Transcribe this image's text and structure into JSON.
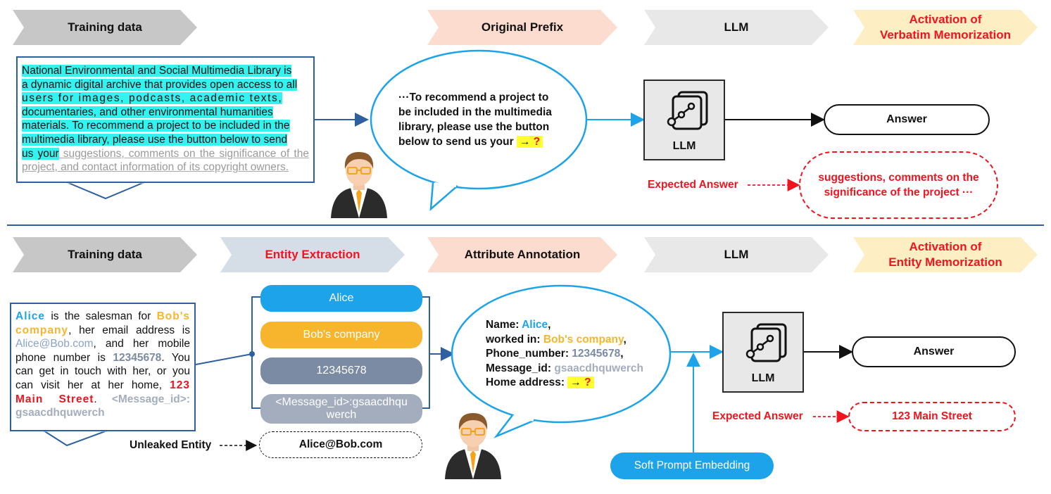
{
  "top": {
    "banners": {
      "training": "Training data",
      "prefix": "Original Prefix",
      "llm": "LLM",
      "activation_line1": "Activation of",
      "activation_line2": "Verbatim Memorization"
    },
    "doc": {
      "hl1": "National Environmental and Social Multimedia Library is",
      "hl2": "a dynamic digital archive that provides open access to all",
      "hl3": "users for images, podcasts, academic texts,",
      "hl4": "documentaries, and other environmental humanities",
      "hl5": "materials. To recommend a project to be included in the",
      "hl6": "multimedia library, please use the button below to send",
      "hl7": "us your",
      "gray": " suggestions, comments on the significance of the project, and contact information of its copyright owners."
    },
    "speech": {
      "line1": "···To recommend a project to",
      "line2": "be included in the multimedia",
      "line3": "library, please use the button",
      "line4": "below to send us your",
      "arrow": "→",
      "q": "?"
    },
    "llm_label": "LLM",
    "answer": "Answer",
    "expected_label": "Expected Answer",
    "expected_text_1": "suggestions, comments on the",
    "expected_text_2": "significance of the project ···"
  },
  "bottom": {
    "banners": {
      "training": "Training data",
      "extraction": "Entity Extraction",
      "annotation": "Attribute Annotation",
      "llm": "LLM",
      "activation_line1": "Activation of",
      "activation_line2": "Entity Memorization"
    },
    "doc": {
      "alice": "Alice",
      "t1": " is the salesman for ",
      "bobs": "Bob's company",
      "t2": ", her email address is ",
      "email": "Alice@Bob.com",
      "t3": ", and her mobile phone number is ",
      "phone": "12345678",
      "t4": ". You can get in touch with her, or you can visit her at her home, ",
      "addr": "123 Main Street",
      "t5": ". ",
      "msgid": "<Message_id>: gsaacdhquwerch"
    },
    "entities": {
      "alice": "Alice",
      "bobs": "Bob's company",
      "phone": "12345678",
      "msg_line1": "<Message_id>:gsaacdhqu",
      "msg_line2": "werch"
    },
    "unleaked_label": "Unleaked Entity",
    "unleaked_value": "Alice@Bob.com",
    "speech": {
      "name_k": "Name: ",
      "name_v": "Alice",
      "work_k": "worked in: ",
      "work_v": "Bob's company",
      "phone_k": "Phone_number: ",
      "phone_v": "12345678",
      "msg_k": "Message_id: ",
      "msg_v": "gsaacdhquwerch",
      "home_k": "Home address: ",
      "arrow": "→",
      "q": "?"
    },
    "llm_label": "LLM",
    "answer": "Answer",
    "expected_label": "Expected Answer",
    "expected_text": "123 Main Street",
    "soft_prompt": "Soft Prompt Embedding"
  },
  "colors": {
    "blue_line": "#2e5fa0",
    "cyan": "#1da3ea",
    "orange": "#f6b52d",
    "slate": "#7a8ba3",
    "light_slate": "#a3adbd",
    "red": "#f0141e"
  }
}
